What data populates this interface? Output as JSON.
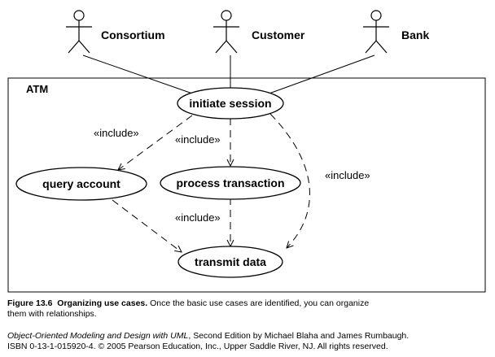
{
  "diagram": {
    "boundary_label": "ATM",
    "actors": {
      "consortium": "Consortium",
      "customer": "Customer",
      "bank": "Bank"
    },
    "use_cases": {
      "initiate_session": "initiate session",
      "query_account": "query account",
      "process_transaction": "process transaction",
      "transmit_data": "transmit data"
    },
    "stereotype": "«include»"
  },
  "caption": {
    "figure_label": "Figure 13.6",
    "title": "Organizing use cases.",
    "line1_rest": " Once the basic use cases are identified, you can organize",
    "line2": "them with relationships."
  },
  "credit": {
    "book_title": "Object-Oriented Modeling and Design with UML",
    "line1_rest": ", Second Edition by Michael Blaha and James Rumbaugh.",
    "line2": "ISBN 0-13-1-015920-4. © 2005 Pearson Education, Inc., Upper Saddle River, NJ. All rights reserved."
  }
}
